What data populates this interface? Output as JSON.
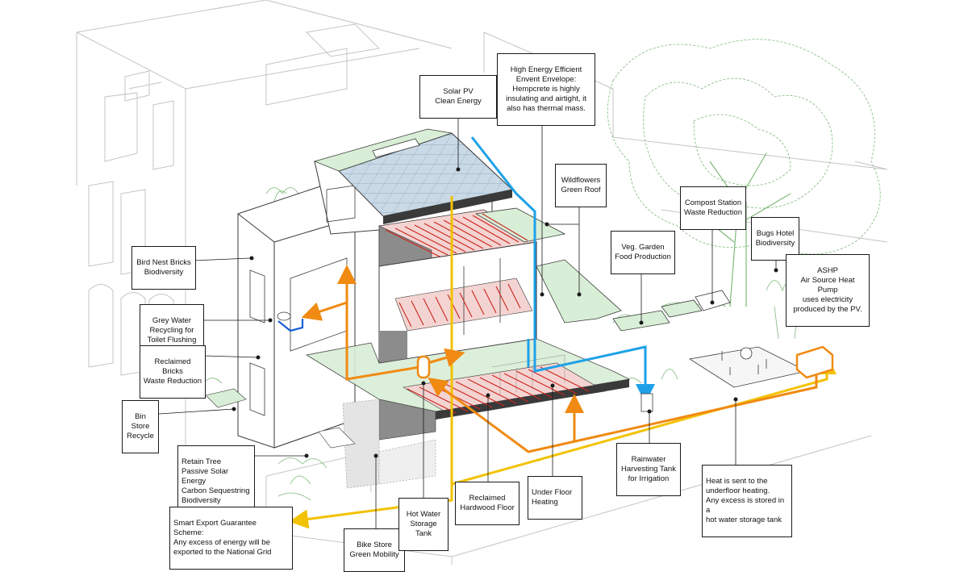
{
  "colors": {
    "background": "#ffffff",
    "outline": "#3a3a3a",
    "light_outline": "#c4c4c4",
    "green_roof": "#a9d6a6",
    "green_roof_fill": "#d9eed6",
    "solar_panel": "#c9d9e6",
    "solar_grid": "#7d9ab2",
    "heating_red": "#c9261c",
    "floor_pink": "#f4d4d2",
    "yellow_flow": "#f2c200",
    "orange_flow": "#f08a12",
    "blue_flow": "#1ea1e8",
    "tree_green": "#7fb87a"
  },
  "labels": {
    "solar_pv": [
      "Solar PV",
      "Clean Energy"
    ],
    "envelope": [
      "High Energy Efficient",
      "Envent Envelope:",
      "Hempcrete is highly",
      "insulating and airtight, it",
      "also has thermal mass."
    ],
    "wildflowers": [
      "Wildflowers",
      "Green Roof"
    ],
    "compost": [
      "Compost Station",
      "Waste Reduction"
    ],
    "bugs_hotel": [
      "Bugs Hotel",
      "Biodiversity"
    ],
    "veg_garden": [
      "Veg. Garden",
      "Food Production"
    ],
    "ashp": [
      "ASHP",
      "Air Source Heat Pump",
      "uses electricity",
      "produced by the PV."
    ],
    "bird_nest": [
      "Bird Nest Bricks",
      "Biodiversity"
    ],
    "grey_water": [
      "Grey Water",
      "Recycling for",
      "Toilet Flushing"
    ],
    "reclaimed_bricks": [
      "Reclaimed Bricks",
      "Waste Reduction"
    ],
    "bin_store": [
      "Bin Store",
      "Recycle"
    ],
    "retain_tree": [
      "Retain Tree",
      "Passive Solar Energy",
      "Carbon Sequestring",
      "Biodiversity"
    ],
    "smart_export": [
      "Smart Export Guarantee Scheme:",
      "Any excess of  energy will be",
      "exported to the National Grid"
    ],
    "bike_store": [
      "Bike Store",
      "Green Mobility"
    ],
    "hot_water": [
      "Hot Water",
      "Storage Tank"
    ],
    "reclaimed_floor": [
      "Reclaimed",
      "Hardwood Floor"
    ],
    "under_floor": [
      "Under Floor",
      "Heating"
    ],
    "rainwater": [
      "Rainwater",
      "Harvesting Tank",
      "for Irrigation"
    ],
    "heat_sent": [
      "Heat is sent to  the",
      "underfloor heating.",
      "Any excess is stored in a",
      "hot water storage tank"
    ]
  }
}
